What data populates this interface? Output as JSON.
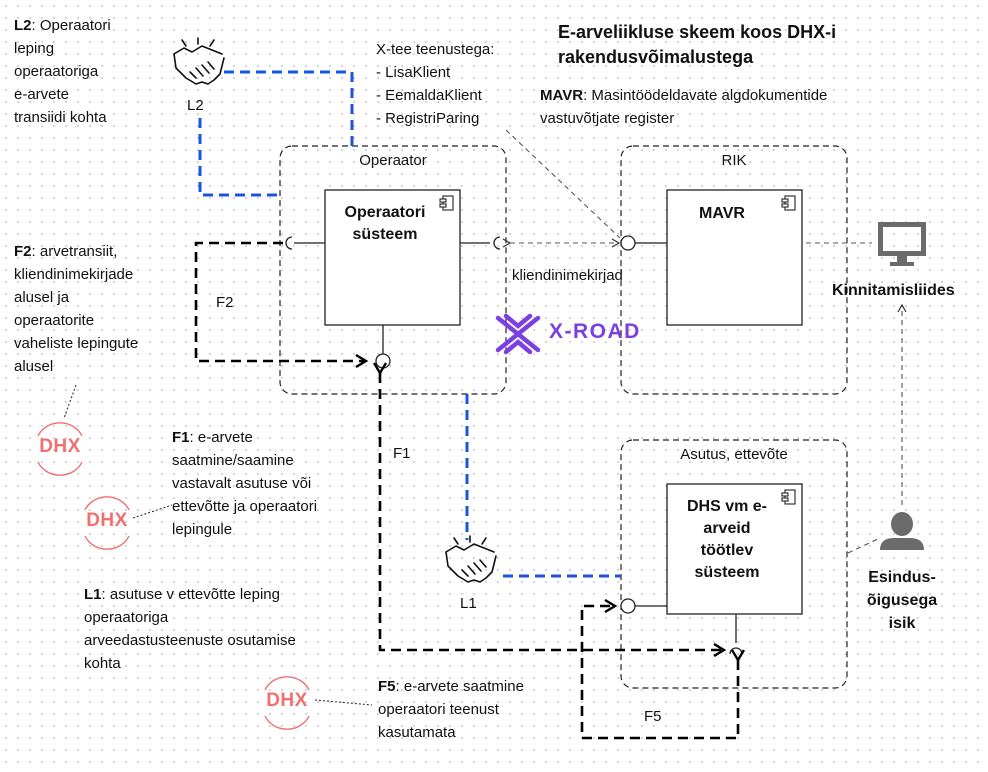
{
  "title": [
    "E-arveliikluse skeem koos DHX-i",
    "rakendusvõimalustega"
  ],
  "notes": {
    "l2": {
      "key": "L2",
      "text": ": Operaatori",
      "lines": [
        "leping",
        "operaatoriga",
        "e-arvete",
        "transiidi kohta"
      ]
    },
    "f2": {
      "key": "F2",
      "text": ": arvetransiit,",
      "lines": [
        "kliendinimekirjade",
        "alusel ja",
        "operaatorite",
        "vaheliste lepingute",
        "alusel"
      ]
    },
    "f1": {
      "key": "F1",
      "text": ": e-arvete",
      "lines": [
        "saatmine/saamine",
        "vastavalt asutuse või",
        "ettevõtte ja operaatori",
        "lepingule"
      ]
    },
    "l1": {
      "key": "L1",
      "text": ": asutuse v ettevõtte leping",
      "lines": [
        "operaatoriga",
        "arveedastusteenuste osutamise",
        "kohta"
      ]
    },
    "f5": {
      "key": "F5",
      "text": ": e-arvete saatmine",
      "lines": [
        "operaatori teenust",
        "kasutamata"
      ]
    },
    "mavr": {
      "key": "MAVR",
      "text": ": Masintöödeldavate algdokumentide",
      "lines": [
        "vastuvõtjate register"
      ]
    },
    "xtee": [
      "X-tee teenustega:",
      "- LisaKlient",
      "- EemaldaKlient",
      "- RegistriParing"
    ]
  },
  "boxes": {
    "operaator": {
      "title": "Operaator",
      "component": [
        "Operaatori",
        "süsteem"
      ]
    },
    "rik": {
      "title": "RIK",
      "component": [
        "MAVR"
      ]
    },
    "asutus": {
      "title": "Asutus, ettevõte",
      "component": [
        "DHS vm e-",
        "arveid",
        "töötlev",
        "süsteem"
      ]
    }
  },
  "flow_labels": {
    "f2": "F2",
    "f1": "F1",
    "f5": "F5",
    "l2": "L2",
    "l1": "L1"
  },
  "kliendinimekirjad": "kliendinimekirjad",
  "kinnitamisliides": "Kinnitamisliides",
  "esindus": [
    "Esindus-",
    "õigusega",
    "isik"
  ],
  "xroad": "X-ROAD",
  "dhx_label": "DHX",
  "colors": {
    "blue": "#1a56db",
    "dhx": "#f07070",
    "xroad": "#7b3fe4",
    "gray": "#6b6b6b"
  },
  "icons": [
    "handshake-icon",
    "monitor-icon",
    "person-icon",
    "component-icon",
    "x-road-logo"
  ]
}
